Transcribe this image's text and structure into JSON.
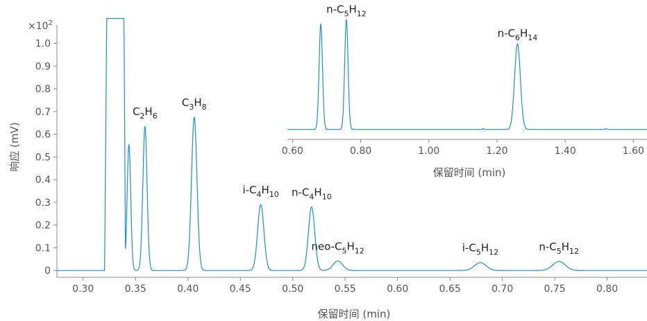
{
  "chart_data": [
    {
      "type": "line",
      "ylabel": "响应 (mV)",
      "xlabel": "保留时间 (min)",
      "y_multiplier": "×10",
      "y_multiplier_exp": "2",
      "xlim": [
        0.275,
        0.838
      ],
      "ylim": [
        -0.03,
        1.13
      ],
      "x_ticks": [
        0.3,
        0.35,
        0.4,
        0.45,
        0.5,
        0.55,
        0.6,
        0.65,
        0.7,
        0.75,
        0.8
      ],
      "x_tick_labels": [
        "0.30",
        "0.35",
        "0.40",
        "0.45",
        "0.50",
        "0.55",
        "0.60",
        "0.65",
        "0.70",
        "0.75",
        "0.80"
      ],
      "y_ticks": [
        0,
        0.1,
        0.2,
        0.3,
        0.4,
        0.5,
        0.6,
        0.7,
        0.8,
        0.9,
        1.0
      ],
      "y_tick_labels": [
        "0",
        "0.1",
        "0.2",
        "0.3",
        "0.4",
        "0.5",
        "0.6",
        "0.7",
        "0.8",
        "0.9",
        "1.0"
      ],
      "baseline": 0.0,
      "flat_top": {
        "x_start": 0.3225,
        "x_end": 0.339,
        "top": 1.11,
        "rise_start": 0.3205,
        "fall_end": 0.3405
      },
      "peaks": [
        {
          "x": 0.3437,
          "height": 0.555,
          "width": 0.0017
        },
        {
          "x": 0.359,
          "height": 0.635,
          "width": 0.002,
          "label": "C2H6"
        },
        {
          "x": 0.406,
          "height": 0.675,
          "width": 0.0026,
          "label": "C3H8"
        },
        {
          "x": 0.4695,
          "height": 0.29,
          "width": 0.003,
          "label": "i-C4H10"
        },
        {
          "x": 0.518,
          "height": 0.28,
          "width": 0.003,
          "label": "n-C4H10"
        },
        {
          "x": 0.543,
          "height": 0.042,
          "width": 0.0045,
          "label": "neo-C5H12"
        },
        {
          "x": 0.679,
          "height": 0.035,
          "width": 0.0055,
          "label": "i-C5H12"
        },
        {
          "x": 0.754,
          "height": 0.04,
          "width": 0.006,
          "label": "n-C5H12"
        }
      ],
      "labels": [
        {
          "x": 0.359,
          "y": 0.635,
          "base": "C",
          "parts": [
            [
              "C",
              ""
            ],
            [
              "2",
              "s"
            ],
            [
              "H",
              ""
            ],
            [
              "6",
              "s"
            ]
          ]
        },
        {
          "x": 0.406,
          "y": 0.675,
          "parts": [
            [
              "C",
              ""
            ],
            [
              "3",
              "s"
            ],
            [
              "H",
              ""
            ],
            [
              "8",
              "s"
            ]
          ]
        },
        {
          "x": 0.4695,
          "y": 0.29,
          "parts": [
            [
              "i-C",
              ""
            ],
            [
              "4",
              "s"
            ],
            [
              "H",
              ""
            ],
            [
              "10",
              "s"
            ]
          ]
        },
        {
          "x": 0.518,
          "y": 0.28,
          "parts": [
            [
              "n-C",
              ""
            ],
            [
              "4",
              "s"
            ],
            [
              "H",
              ""
            ],
            [
              "10",
              "s"
            ]
          ]
        },
        {
          "x": 0.543,
          "y": 0.042,
          "parts": [
            [
              "neo-C",
              ""
            ],
            [
              "5",
              "s"
            ],
            [
              "H",
              ""
            ],
            [
              "12",
              "s"
            ]
          ]
        },
        {
          "x": 0.679,
          "y": 0.035,
          "parts": [
            [
              "i-C",
              ""
            ],
            [
              "5",
              "s"
            ],
            [
              "H",
              ""
            ],
            [
              "12",
              "s"
            ]
          ]
        },
        {
          "x": 0.754,
          "y": 0.04,
          "parts": [
            [
              "n-C",
              ""
            ],
            [
              "5",
              "s"
            ],
            [
              "H",
              ""
            ],
            [
              "12",
              "s"
            ]
          ]
        }
      ]
    },
    {
      "type": "line",
      "xlabel": "保留时间 (min)",
      "xlim": [
        0.585,
        1.64
      ],
      "ylim": [
        -0.02,
        1.0
      ],
      "x_ticks": [
        0.6,
        0.8,
        1.0,
        1.2,
        1.4,
        1.6
      ],
      "x_tick_labels": [
        "0.60",
        "0.80",
        "1.00",
        "1.20",
        "1.40",
        "1.60"
      ],
      "baseline": 0.0,
      "peaks": [
        {
          "x": 0.683,
          "height": 0.92,
          "width": 0.005
        },
        {
          "x": 0.758,
          "height": 0.96,
          "width": 0.005,
          "label": "n-C5H12"
        },
        {
          "x": 1.26,
          "height": 0.75,
          "width": 0.0085,
          "label": "n-C6H14"
        },
        {
          "x": 1.16,
          "height": 0.008,
          "width": 0.002
        },
        {
          "x": 1.52,
          "height": 0.006,
          "width": 0.003
        }
      ],
      "labels": [
        {
          "x": 0.758,
          "y": 0.96,
          "parts": [
            [
              "n-C",
              ""
            ],
            [
              "5",
              "s"
            ],
            [
              "H",
              ""
            ],
            [
              "12",
              "s"
            ]
          ]
        },
        {
          "x": 1.26,
          "y": 0.75,
          "parts": [
            [
              "n-C",
              ""
            ],
            [
              "6",
              "s"
            ],
            [
              "H",
              ""
            ],
            [
              "14",
              "s"
            ]
          ]
        }
      ]
    }
  ]
}
